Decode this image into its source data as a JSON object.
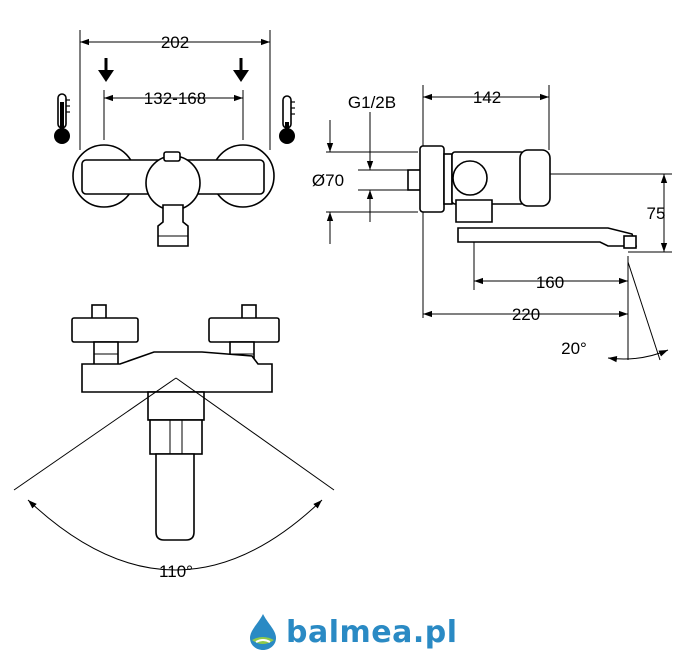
{
  "dimensions": {
    "total_width": "202",
    "inlet_spacing": "132-168",
    "thread": "G1/2B",
    "diameter": "Ø70",
    "depth": "142",
    "height": "75",
    "spout_reach": "160",
    "total_reach": "220",
    "spout_angle": "20°",
    "swivel_angle": "110°"
  },
  "brand": {
    "name": "balmea.pl",
    "color": "#2a8ac4"
  },
  "icons": {
    "hot": "thermometer-hot-icon",
    "cold": "thermometer-cold-icon",
    "arrow": "arrow-down-icon",
    "logo": "water-drop-logo-icon"
  }
}
